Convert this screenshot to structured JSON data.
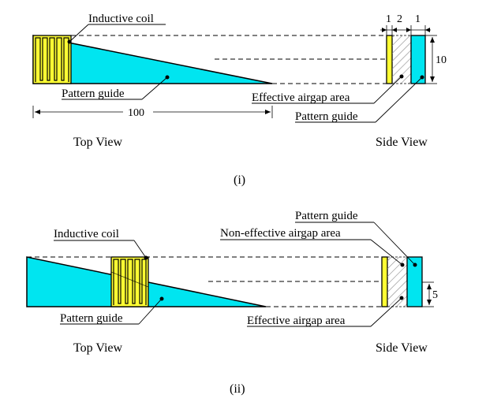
{
  "colors": {
    "guide_fill": "#00e5f0",
    "coil_fill": "#ffff33",
    "outline": "#000000"
  },
  "panel_i": {
    "label_inductive_coil": "Inductive coil",
    "label_pattern_guide": "Pattern guide",
    "label_effective_airgap": "Effective airgap area",
    "label_pattern_guide_side": "Pattern guide",
    "dim_length": "100",
    "dim_coil_width": "1",
    "dim_gap": "2",
    "dim_guide_width": "1",
    "dim_height": "10",
    "top_view": "Top View",
    "side_view": "Side View",
    "caption": "(i)"
  },
  "panel_ii": {
    "label_pattern_guide_side": "Pattern guide",
    "label_non_effective_airgap": "Non-effective airgap area",
    "label_inductive_coil": "Inductive coil",
    "label_pattern_guide": "Pattern guide",
    "label_effective_airgap": "Effective airgap area",
    "dim_height": "5",
    "top_view": "Top View",
    "side_view": "Side View",
    "caption": "(ii)"
  }
}
